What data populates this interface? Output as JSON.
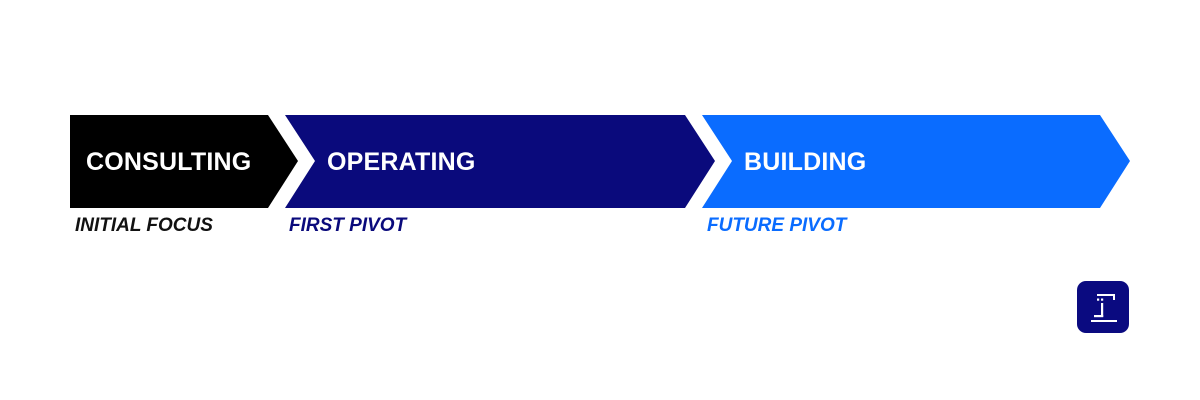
{
  "stages": [
    {
      "title": "CONSULTING",
      "caption": "INITIAL FOCUS",
      "color": "#000000",
      "caption_color": "#111111"
    },
    {
      "title": "OPERATING",
      "caption": "FIRST PIVOT",
      "color": "#0a0a7c",
      "caption_color": "#0a0a7c"
    },
    {
      "title": "BUILDING",
      "caption": "FUTURE PIVOT",
      "color": "#0a6cff",
      "caption_color": "#0a6cff"
    }
  ],
  "logo": {
    "icon": "j-brand-logo-icon",
    "color": "#0a0a80"
  }
}
